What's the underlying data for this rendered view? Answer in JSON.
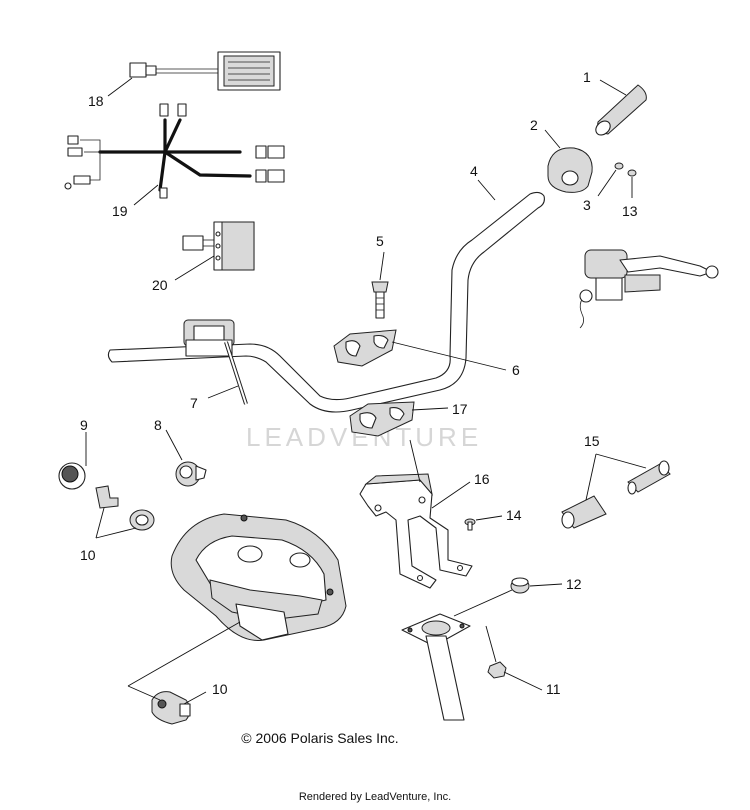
{
  "callouts": {
    "c1": "1",
    "c2": "2",
    "c3": "3",
    "c4": "4",
    "c5": "5",
    "c6": "6",
    "c7": "7",
    "c8": "8",
    "c9": "9",
    "c10a": "10",
    "c10b": "10",
    "c11": "11",
    "c12": "12",
    "c13": "13",
    "c14": "14",
    "c15": "15",
    "c16": "16",
    "c17": "17",
    "c18": "18",
    "c19": "19",
    "c20": "20"
  },
  "watermark": "LEADVENTURE",
  "copyright": "© 2006 Polaris Sales Inc.",
  "rendered_by": "Rendered by LeadVenture, Inc.",
  "colors": {
    "ink": "#111111",
    "shade": "#d9d9d9",
    "watermark": "#d6d6d6"
  }
}
